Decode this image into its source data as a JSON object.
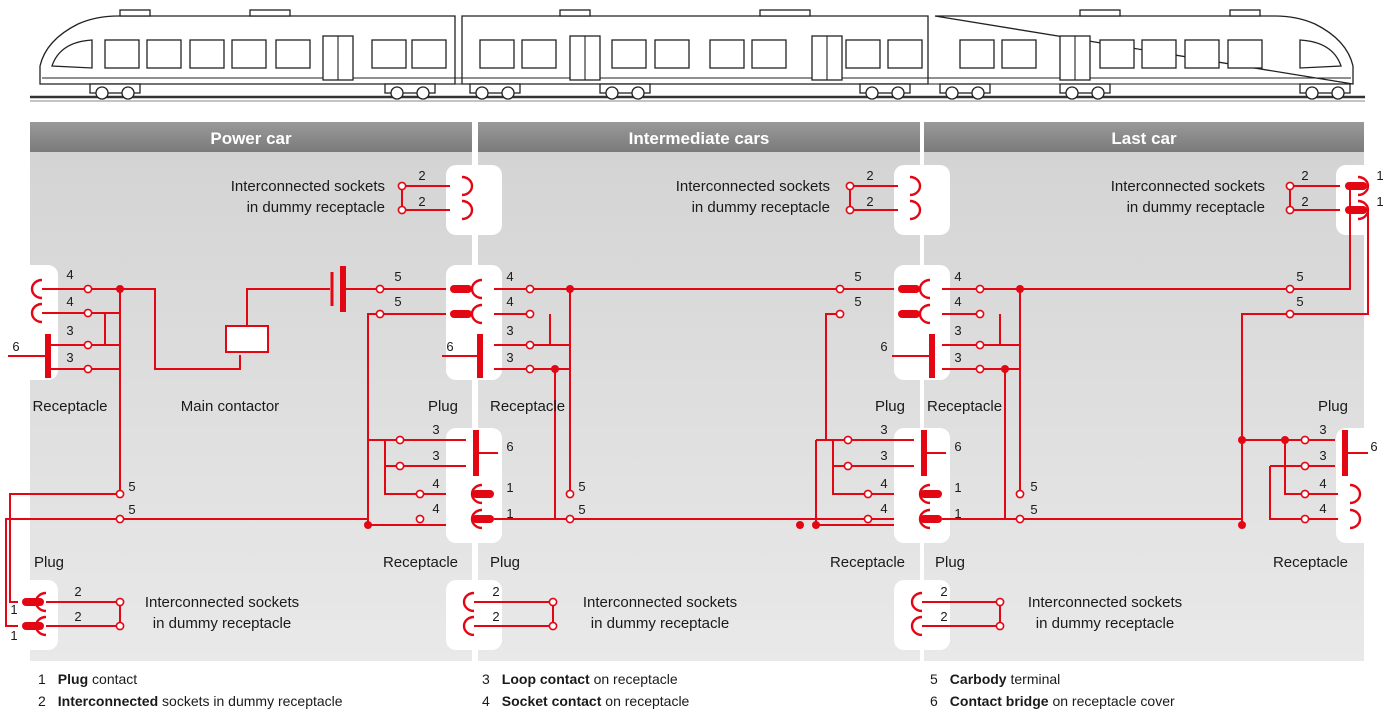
{
  "sections": [
    {
      "name": "Power car"
    },
    {
      "name": "Intermediate cars"
    },
    {
      "name": "Last car"
    }
  ],
  "labels": {
    "interconnected_line1": "Interconnected sockets",
    "interconnected_line2": "in dummy receptacle",
    "receptacle": "Receptacle",
    "plug": "Plug",
    "main_contactor": "Main contactor"
  },
  "legend": [
    {
      "num": "1",
      "bold": "Plug",
      "rest": " contact"
    },
    {
      "num": "2",
      "bold": "Interconnected",
      "rest": " sockets in dummy receptacle"
    },
    {
      "num": "3",
      "bold": "Loop contact",
      "rest": " on receptacle"
    },
    {
      "num": "4",
      "bold": "Socket contact",
      "rest": " on receptacle"
    },
    {
      "num": "5",
      "bold": "Carbody",
      "rest": " terminal"
    },
    {
      "num": "6",
      "bold": "Contact bridge",
      "rest": " on receptacle cover"
    }
  ],
  "colors": {
    "wire": "#e30613",
    "panel": "#dcdcdc",
    "header": "#8a8a8a"
  }
}
